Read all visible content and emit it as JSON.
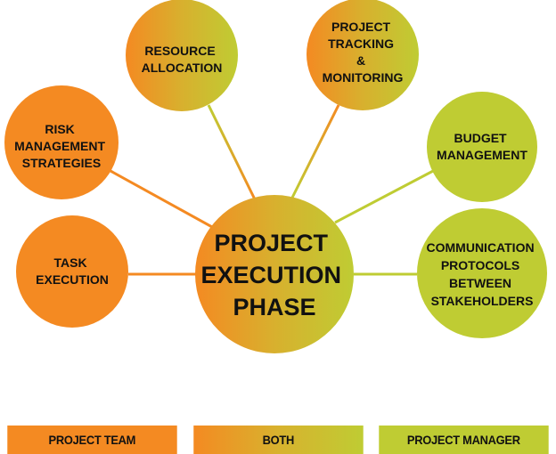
{
  "colors": {
    "project_team": "#f48a22",
    "project_manager": "#bfcc33",
    "text": "#111111"
  },
  "center": {
    "lines": [
      "PROJECT",
      "EXECUTION",
      "PHASE"
    ],
    "category": "both"
  },
  "nodes": [
    {
      "id": "resource-allocation",
      "lines": [
        "RESOURCE",
        "ALLOCATION"
      ],
      "category": "both"
    },
    {
      "id": "project-tracking",
      "lines": [
        "PROJECT",
        "TRACKING",
        "&",
        "MONITORING"
      ],
      "category": "both"
    },
    {
      "id": "risk-management",
      "lines": [
        "RISK",
        "MANAGEMENT",
        "STRATEGIES"
      ],
      "category": "project_team"
    },
    {
      "id": "budget-management",
      "lines": [
        "BUDGET",
        "MANAGEMENT"
      ],
      "category": "project_manager"
    },
    {
      "id": "task-execution",
      "lines": [
        "TASK",
        "EXECUTION"
      ],
      "category": "project_team"
    },
    {
      "id": "communication-protocols",
      "lines": [
        "COMMUNICATION",
        "PROTOCOLS",
        "BETWEEN",
        "STAKEHOLDERS"
      ],
      "category": "project_manager"
    }
  ],
  "legend": {
    "items": [
      {
        "label": "PROJECT TEAM"
      },
      {
        "label": "BOTH"
      },
      {
        "label": "PROJECT MANAGER"
      }
    ]
  }
}
